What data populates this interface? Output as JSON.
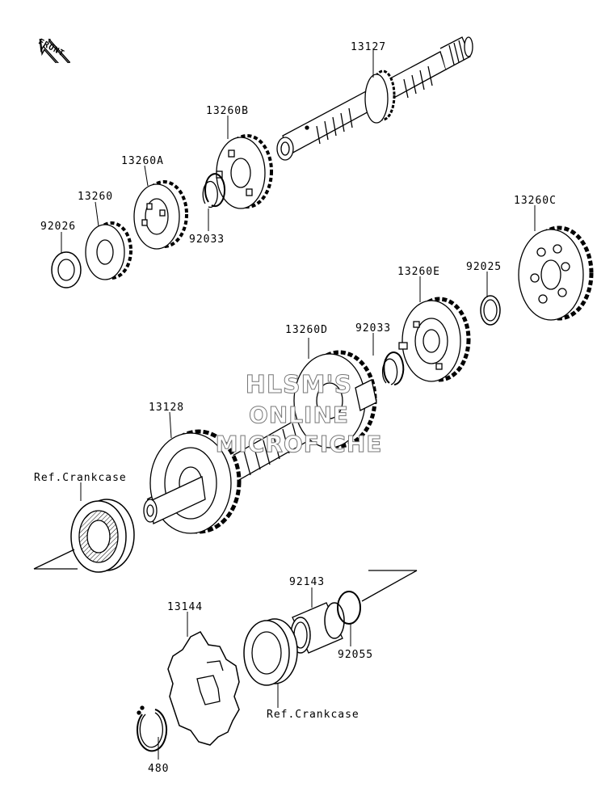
{
  "diagram": {
    "front_label": "FRONT",
    "watermark": [
      "HLSM'S",
      "ONLINE",
      "MICROFICHE"
    ],
    "parts": {
      "p13127": "13127",
      "p13260B": "13260B",
      "p13260A": "13260A",
      "p13260": "13260",
      "p92026": "92026",
      "p92033a": "92033",
      "p13260C": "13260C",
      "p13260E": "13260E",
      "p92025": "92025",
      "p13260D": "13260D",
      "p92033b": "92033",
      "p13128": "13128",
      "refCrankcase1": "Ref.Crankcase",
      "p92143": "92143",
      "p13144": "13144",
      "p92055": "92055",
      "refCrankcase2": "Ref.Crankcase",
      "p480": "480"
    }
  }
}
